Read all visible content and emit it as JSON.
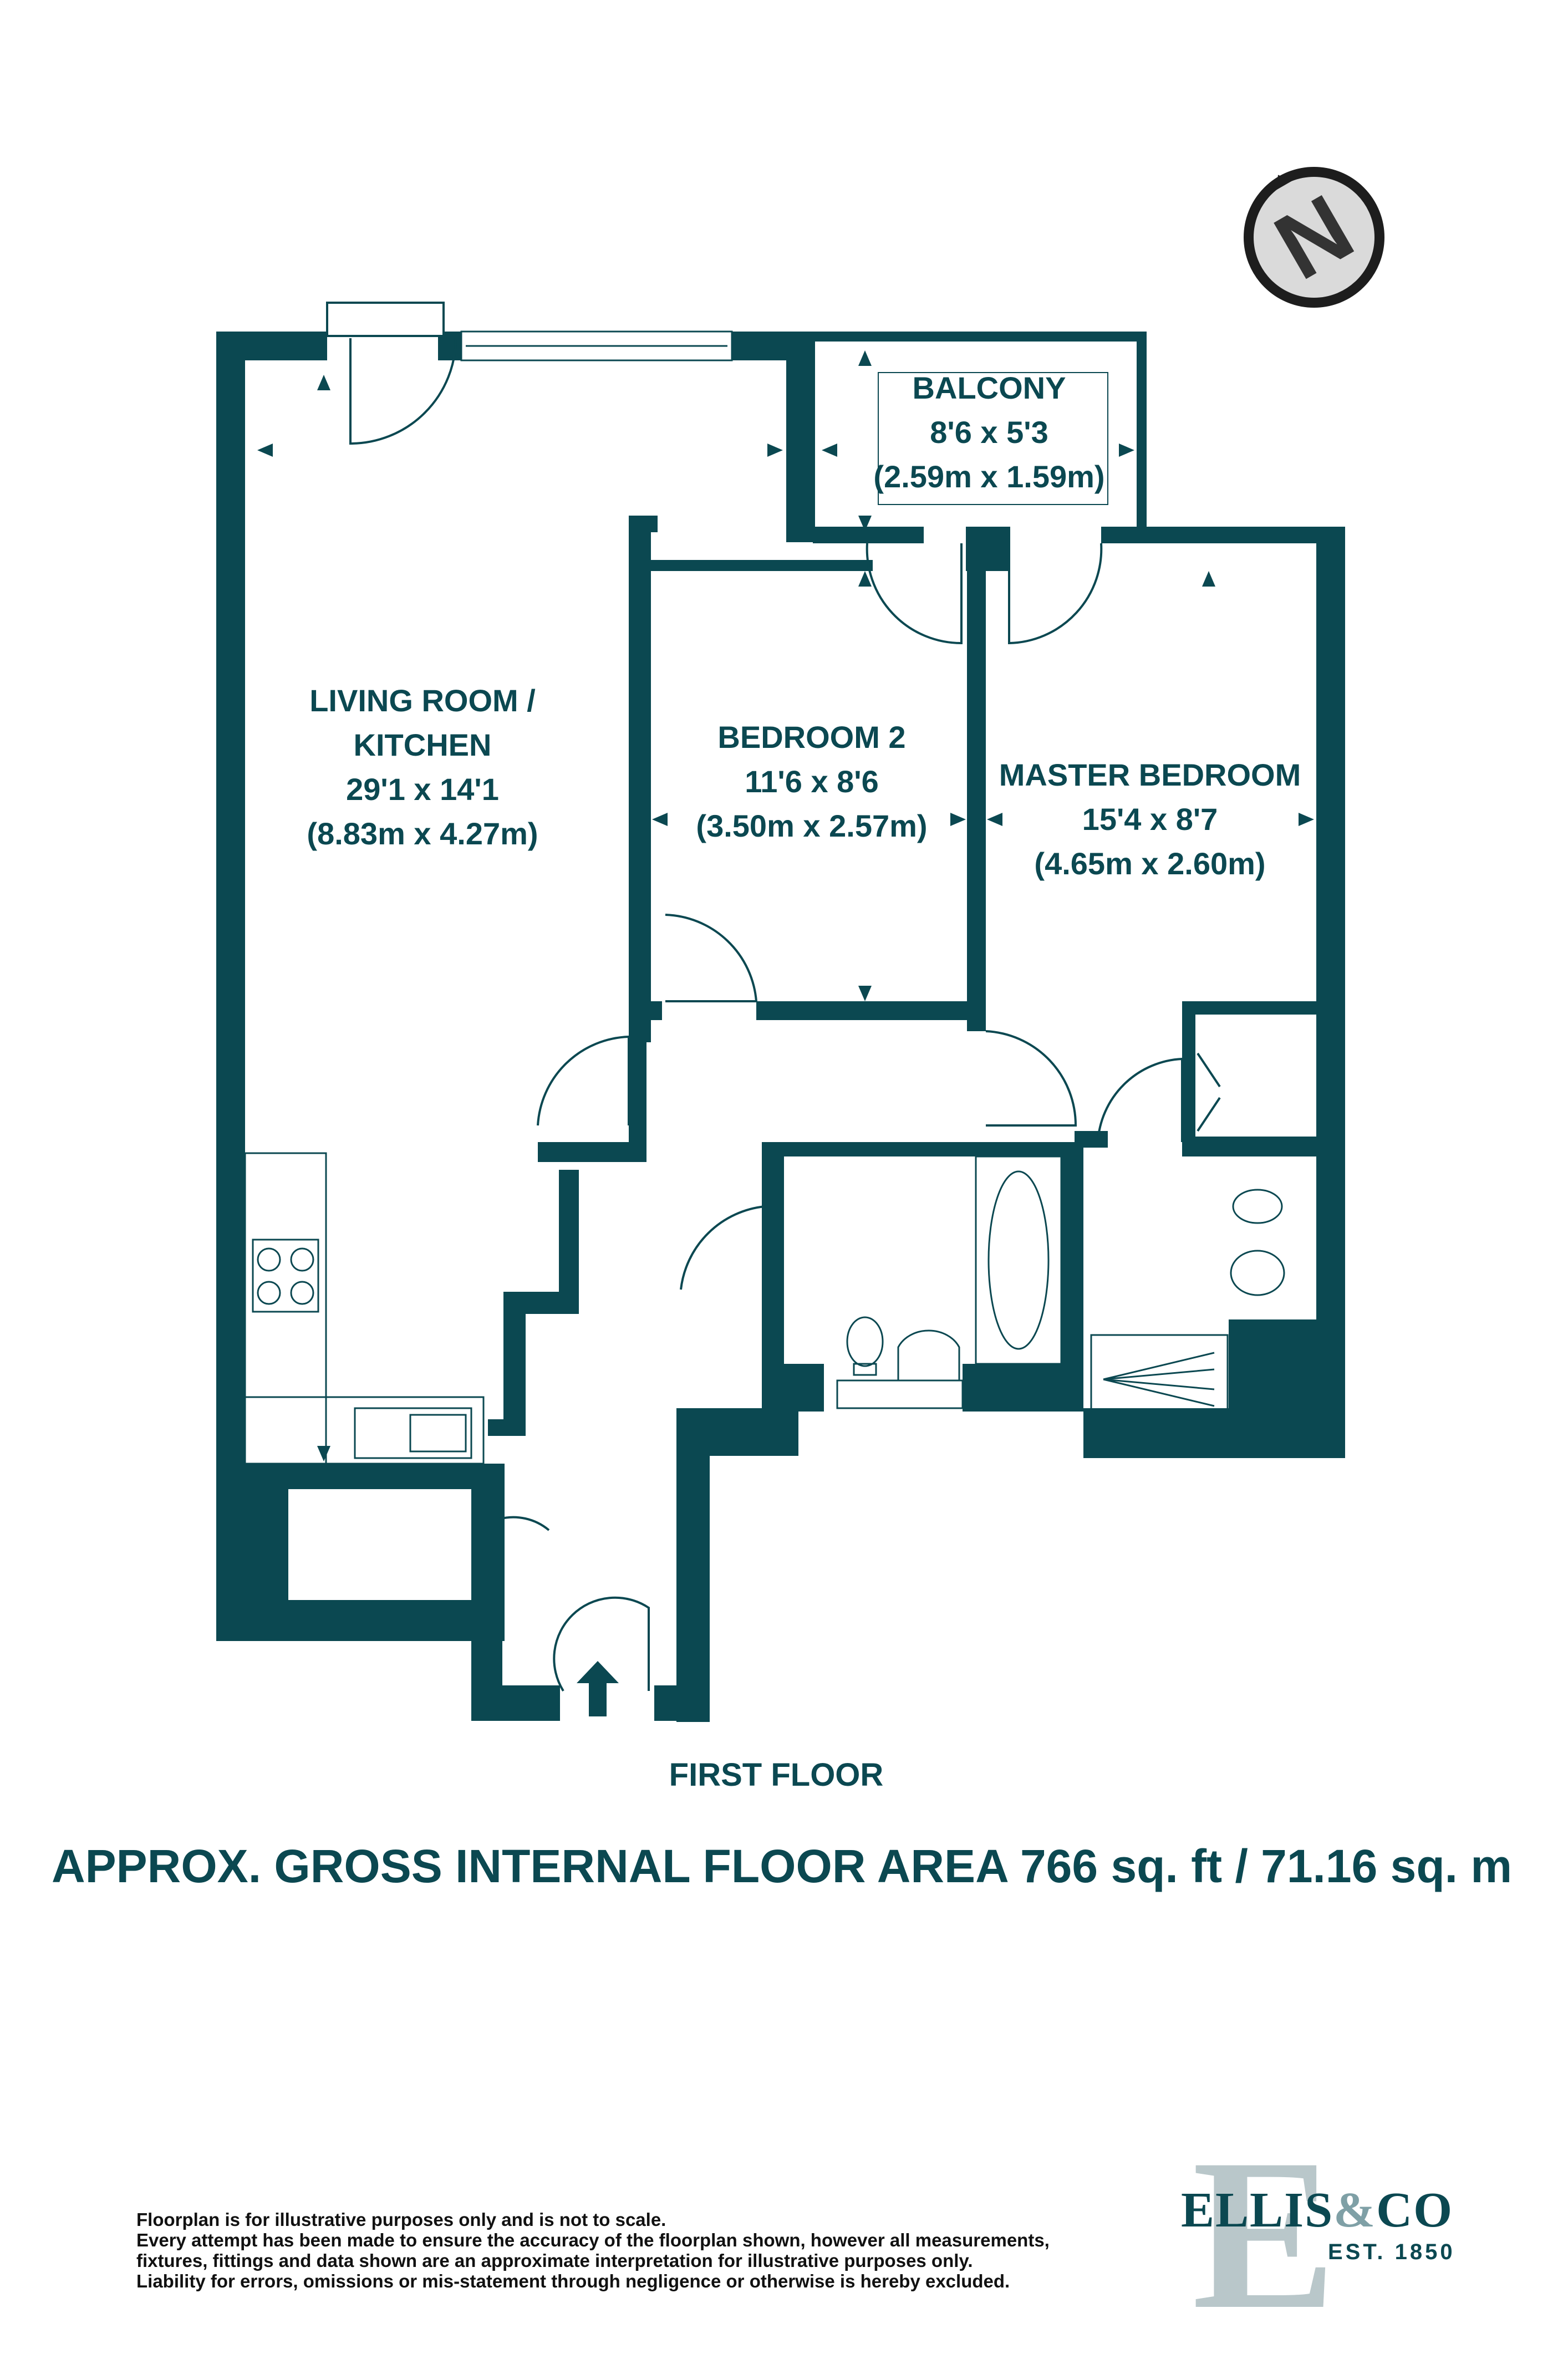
{
  "colors": {
    "wall": "#0b4851",
    "text": "#0b4851",
    "logo_light": "#b9c7ca"
  },
  "compass": {
    "label": "N"
  },
  "rooms": {
    "balcony": {
      "name": "BALCONY",
      "dims_imperial": "8'6 x 5'3",
      "dims_metric": "(2.59m x 1.59m)"
    },
    "living": {
      "name_line1": "LIVING ROOM /",
      "name_line2": "KITCHEN",
      "dims_imperial": "29'1 x 14'1",
      "dims_metric": "(8.83m x 4.27m)"
    },
    "bedroom2": {
      "name": "BEDROOM 2",
      "dims_imperial": "11'6 x 8'6",
      "dims_metric": "(3.50m x 2.57m)"
    },
    "master": {
      "name": "MASTER BEDROOM",
      "dims_imperial": "15'4 x 8'7",
      "dims_metric": "(4.65m x 2.60m)"
    }
  },
  "floor_name": "FIRST FLOOR",
  "area_text": "APPROX. GROSS INTERNAL FLOOR AREA 766 sq. ft / 71.16 sq. m",
  "disclaimer": [
    "Floorplan is for illustrative purposes only and is not to scale.",
    "Every attempt has been made to ensure the accuracy of the floorplan shown, however all measurements,",
    "fixtures, fittings and data shown are an approximate interpretation for illustrative purposes only.",
    "Liability for errors, omissions or mis-statement through negligence or otherwise is hereby excluded."
  ],
  "logo": {
    "letter": "E",
    "name_part1": "ELLIS",
    "ampersand": "&",
    "name_part2": "CO",
    "est": "EST. 1850"
  }
}
